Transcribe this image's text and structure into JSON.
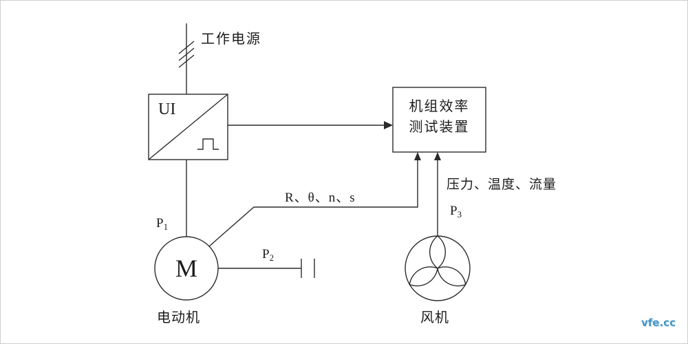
{
  "diagram": {
    "power_label": "工作电源",
    "converter": {
      "label": "UI"
    },
    "device": {
      "line1": "机组效率",
      "line2": "测试装置"
    },
    "motor": {
      "symbol": "M",
      "label": "电动机"
    },
    "fan": {
      "label": "风机"
    },
    "measurements": {
      "p1": {
        "base": "P",
        "sub": "1"
      },
      "p2": {
        "base": "P",
        "sub": "2"
      },
      "p3": {
        "base": "P",
        "sub": "3"
      },
      "signals": "R、θ、n、s",
      "sensors": "压力、温度、流量"
    }
  },
  "watermark": "vfe.cc",
  "colors": {
    "line": "#2b2b2b",
    "text": "#1c1c1c",
    "watermark_blue": "#4695c8",
    "frame_border": "#cdcdcd",
    "background": "#ffffff"
  }
}
